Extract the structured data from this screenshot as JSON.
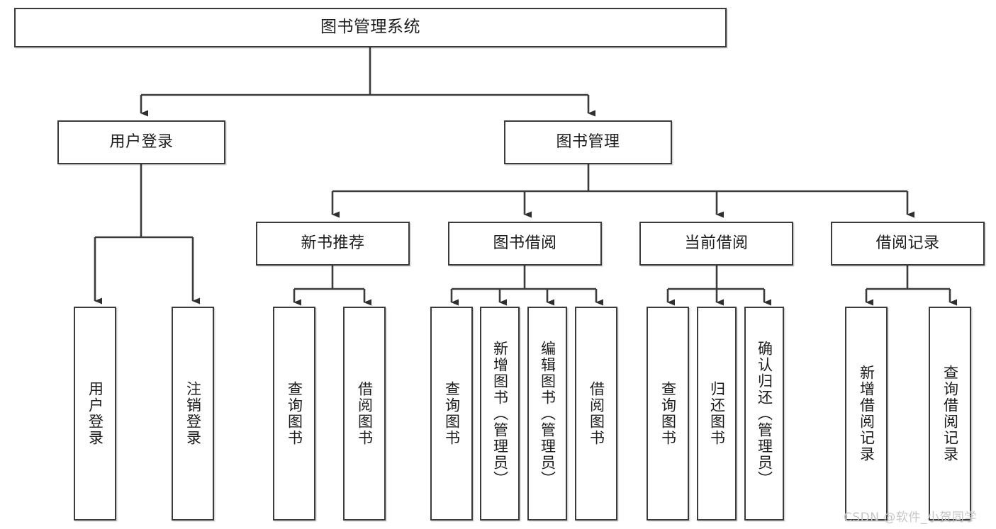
{
  "diagram": {
    "title": "图书管理系统",
    "watermark": "CSDN @软件_小贺同学",
    "line_color": "#3b3b3b",
    "box_fill": "#ffffff",
    "text_color": "#1c1c1c",
    "nodes": {
      "root": {
        "label": "图书管理系统"
      },
      "level1": [
        {
          "label": "用户登录"
        },
        {
          "label": "图书管理"
        }
      ],
      "level2": [
        {
          "label": "新书推荐"
        },
        {
          "label": "图书借阅"
        },
        {
          "label": "当前借阅"
        },
        {
          "label": "借阅记录"
        }
      ],
      "leaves": [
        {
          "label": "用户登录"
        },
        {
          "label": "注销登录"
        },
        {
          "label": "查询图书"
        },
        {
          "label": "借阅图书"
        },
        {
          "label": "查询图书"
        },
        {
          "label": "新增图书（管理员）"
        },
        {
          "label": "编辑图书（管理员）"
        },
        {
          "label": "借阅图书"
        },
        {
          "label": "查询图书"
        },
        {
          "label": "归还图书"
        },
        {
          "label": "确认归还（管理员）"
        },
        {
          "label": "新增借阅记录"
        },
        {
          "label": "查询借阅记录"
        }
      ]
    }
  }
}
